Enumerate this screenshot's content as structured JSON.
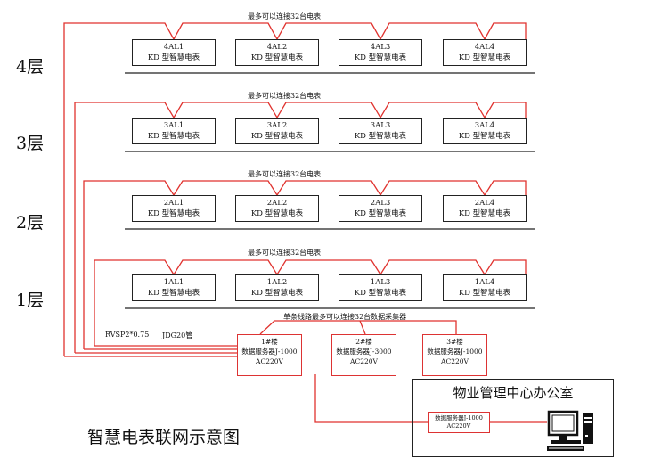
{
  "floors": [
    {
      "label": "4层",
      "note": "最多可以连接32台电表",
      "meters": [
        {
          "id": "4AL1",
          "model": "KD 型智慧电表"
        },
        {
          "id": "4AL2",
          "model": "KD 型智慧电表"
        },
        {
          "id": "4AL3",
          "model": "KD 型智慧电表"
        },
        {
          "id": "4AL4",
          "model": "KD 型智慧电表"
        }
      ]
    },
    {
      "label": "3层",
      "note": "最多可以连接32台电表",
      "meters": [
        {
          "id": "3AL1",
          "model": "KD 型智慧电表"
        },
        {
          "id": "3AL2",
          "model": "KD 型智慧电表"
        },
        {
          "id": "3AL3",
          "model": "KD 型智慧电表"
        },
        {
          "id": "3AL4",
          "model": "KD 型智慧电表"
        }
      ]
    },
    {
      "label": "2层",
      "note": "最多可以连接32台电表",
      "meters": [
        {
          "id": "2AL1",
          "model": "KD 型智慧电表"
        },
        {
          "id": "2AL2",
          "model": "KD 型智慧电表"
        },
        {
          "id": "2AL3",
          "model": "KD 型智慧电表"
        },
        {
          "id": "2AL4",
          "model": "KD 型智慧电表"
        }
      ]
    },
    {
      "label": "1层",
      "note": "最多可以连接32台电表",
      "meters": [
        {
          "id": "1AL1",
          "model": "KD 型智慧电表"
        },
        {
          "id": "1AL2",
          "model": "KD 型智慧电表"
        },
        {
          "id": "1AL3",
          "model": "KD 型智慧电表"
        },
        {
          "id": "1AL4",
          "model": "KD 型智慧电表"
        }
      ]
    }
  ],
  "collector_note": "单条线路最多可以连接32台数据采集器",
  "cable_label": "RVSP2*0.75",
  "conduit_label": "JDG20管",
  "collectors": [
    {
      "building": "1#楼",
      "device": "数据服务器J-1000",
      "power": "AC220V"
    },
    {
      "building": "2#楼",
      "device": "数据服务器J-3000",
      "power": "AC220V"
    },
    {
      "building": "3#楼",
      "device": "数据服务器J-1000",
      "power": "AC220V"
    }
  ],
  "office": {
    "title": "物业管理中心办公室",
    "server_device": "数据服务器J-1000",
    "server_power": "AC220V"
  },
  "caption": "智慧电表联网示意图",
  "colors": {
    "wire": "#e0322e",
    "line": "#222222"
  }
}
